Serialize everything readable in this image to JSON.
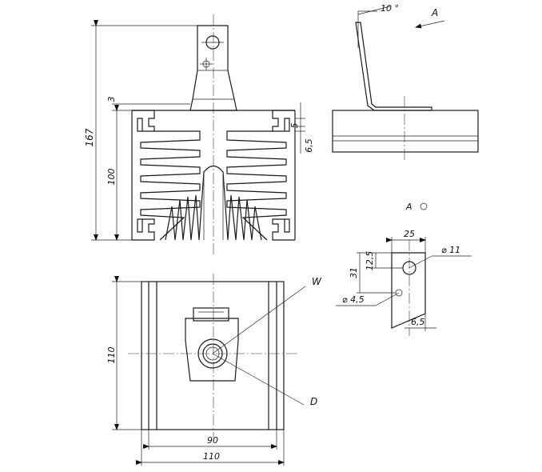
{
  "dimensions": {
    "height_total": "167",
    "fin_height": "100",
    "top_gap": "3",
    "slot_depth": "5",
    "slot_width": "6,5",
    "base_width": "110",
    "width_inner": "90",
    "width_outer": "110",
    "tab_width": "25",
    "tab_hole_height": "31",
    "tab_hole_offset": "12,5",
    "hole_large_dia": "⌀ 11",
    "hole_small_dia": "⌀ 4,5",
    "tab_thickness": "6,5",
    "bend_angle": "10 °"
  },
  "labels": {
    "view_a_arrow": "A",
    "view_a_title": "A",
    "callout_w": "W",
    "callout_d": "D"
  }
}
